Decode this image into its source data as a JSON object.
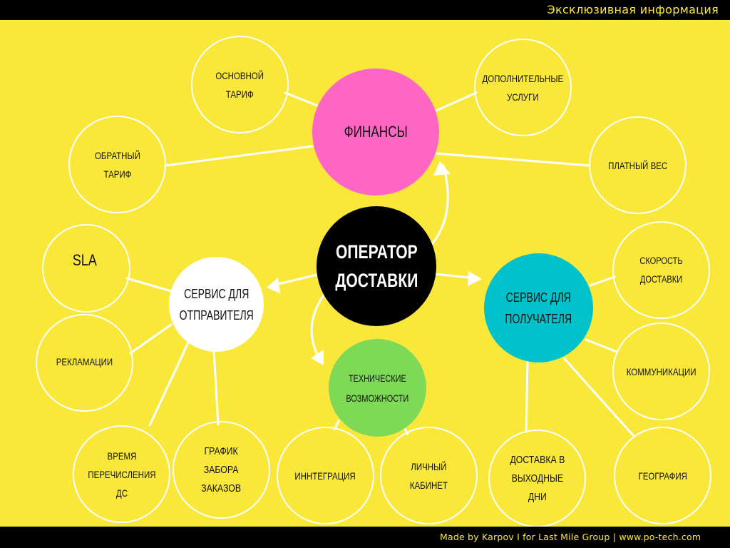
{
  "header": {
    "text": "Эксклюзивная информация"
  },
  "footer": {
    "text": "Made by Karpov I for Last Mile Group | www.po-tech.com"
  },
  "colors": {
    "background": "#f9e83a",
    "bars": "#000000",
    "bar_text": "#f9e83a",
    "finance": "#ff66c4",
    "operator": "#000000",
    "sender": "#ffffff",
    "receiver": "#00c2cb",
    "tech": "#7ed957",
    "connector": "#ffffff"
  },
  "hubs": {
    "operator": "ОПЕРАТОР\nДОСТАВКИ",
    "finance": "ФИНАНСЫ",
    "sender": "СЕРВИС ДЛЯ\nОТПРАВИТЕЛЯ",
    "receiver": "СЕРВИС ДЛЯ\nПОЛУЧАТЕЛЯ",
    "tech": "ТЕХНИЧЕСКИЕ\nВОЗМОЖНОСТИ"
  },
  "nodes": {
    "base_tariff": "ОСНОВНОЙ\nТАРИФ",
    "return_tariff": "ОБРАТНЫЙ\nТАРИФ",
    "extra_services": "ДОПОЛНИТЕЛЬНЫЕ\nУСЛУГИ",
    "paid_weight": "ПЛАТНЫЙ ВЕС",
    "sla": "SLA",
    "claims": "РЕКЛАМАЦИИ",
    "payout_time": "ВРЕМЯ\nПЕРЕЧИСЛЕНИЯ\nДС",
    "pickup_schedule": "ГРАФИК\nЗАБОРА\nЗАКАЗОВ",
    "integration": "ИННТЕГРАЦИЯ",
    "personal_account": "ЛИЧНЫЙ\nКАБИНЕТ",
    "weekend_delivery": "ДОСТАВКА В\nВЫХОДНЫЕ\nДНИ",
    "geography": "ГЕОГРАФИЯ",
    "delivery_speed": "СКОРОСТЬ ДОСТАВКИ",
    "communications": "КОММУНИКАЦИИ"
  }
}
